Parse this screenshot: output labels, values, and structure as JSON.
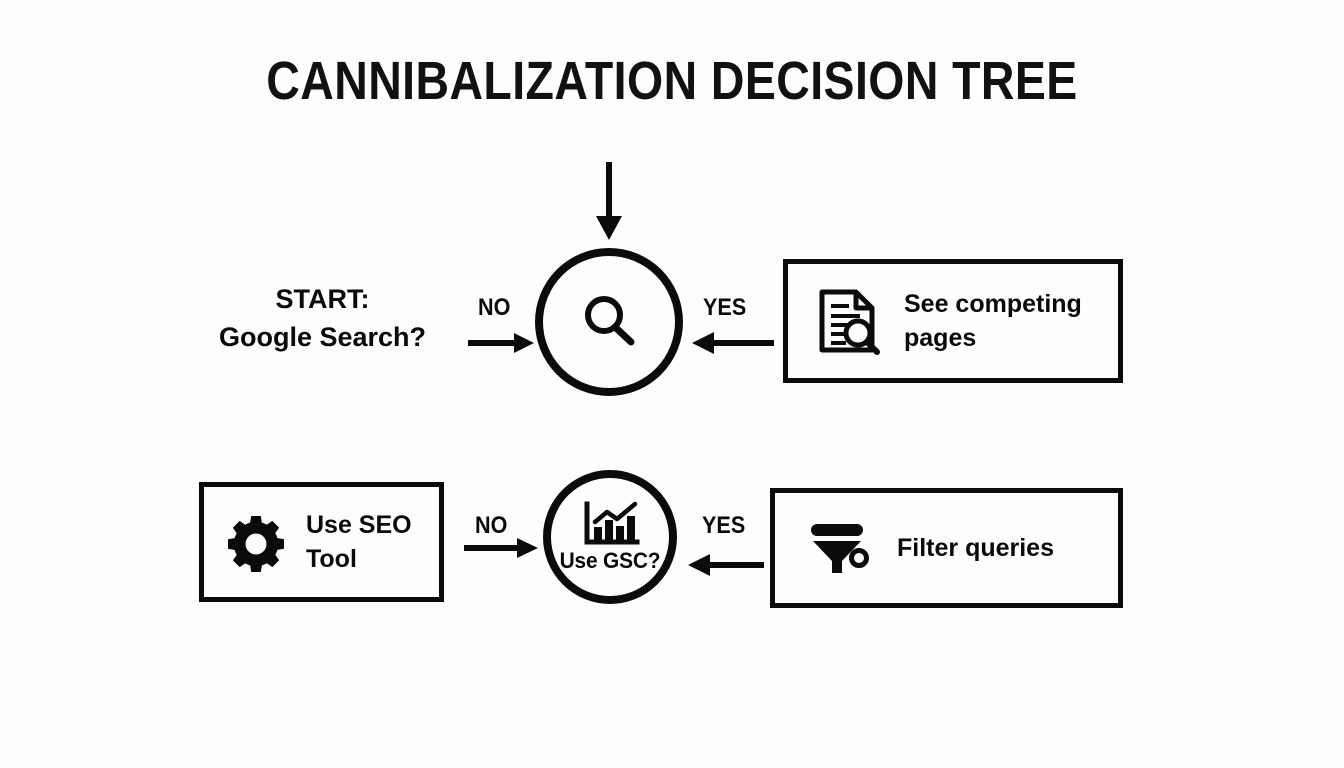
{
  "page": {
    "title": "CANNIBALIZATION DECISION TREE",
    "background_color": "#fdfdfc",
    "ink_color": "#0b0b0b"
  },
  "diagram": {
    "type": "decision-tree-flowchart",
    "entry_arrow": {
      "name": "entry-arrow",
      "direction": "down"
    },
    "rows": [
      {
        "id": "row-search",
        "start_label_line1": "START:",
        "start_label_line2": "Google Search?",
        "no_label": "NO",
        "yes_label": "YES",
        "decision": {
          "icon": "magnifier-icon",
          "label": ""
        },
        "outcome": {
          "icon": "document-search-icon",
          "text_line1": "See competing",
          "text_line2": "pages"
        }
      },
      {
        "id": "row-gsc",
        "no_label": "NO",
        "yes_label": "YES",
        "decision": {
          "icon": "bar-chart-trend-icon",
          "label": "Use GSC?"
        },
        "left_outcome": {
          "icon": "gear-icon",
          "text_line1": "Use SEO",
          "text_line2": "Tool"
        },
        "outcome": {
          "icon": "funnel-icon",
          "text_line1": "Filter queries"
        }
      }
    ]
  }
}
